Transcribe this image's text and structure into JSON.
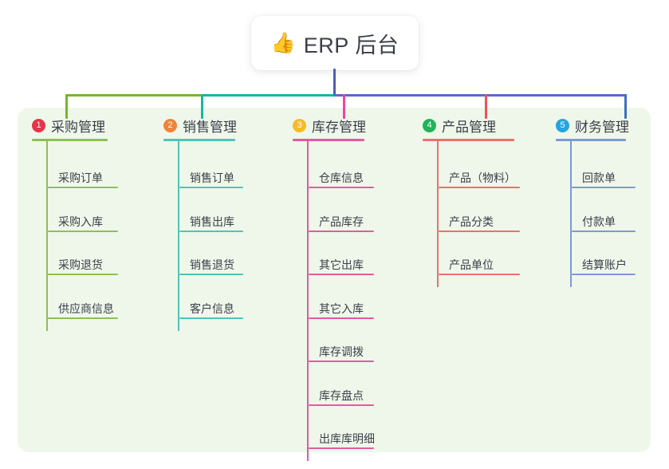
{
  "root": {
    "icon": "thumbs-up-icon",
    "emoji": "👍",
    "title": "ERP 后台"
  },
  "colors": {
    "panel_bg": "#eff7ea",
    "page_bg": "#ffffff",
    "text": "#3b3f4a",
    "stem": "#4e5bc4",
    "bus_green": "#76b62f",
    "bus_teal": "#16b5a6",
    "bus_indigo": "#5a68cc",
    "drop_green": "#76b62f",
    "drop_teal": "#16b5a6",
    "drop_pink": "#ec4899",
    "drop_red": "#ef5350",
    "drop_blue": "#3d6ec4"
  },
  "branches": [
    {
      "number": "1",
      "title": "采购管理",
      "badge_color": "#e8334a",
      "line_color": "#8cc152",
      "items": [
        {
          "label": "采购订单"
        },
        {
          "label": "采购入库"
        },
        {
          "label": "采购退货"
        },
        {
          "label": "供应商信息"
        }
      ]
    },
    {
      "number": "2",
      "title": "销售管理",
      "badge_color": "#f08438",
      "line_color": "#4ec5b8",
      "items": [
        {
          "label": "销售订单"
        },
        {
          "label": "销售出库"
        },
        {
          "label": "销售退货"
        },
        {
          "label": "客户信息"
        }
      ]
    },
    {
      "number": "3",
      "title": "库存管理",
      "badge_color": "#f5bc23",
      "line_color": "#e05c9e",
      "items": [
        {
          "label": "仓库信息"
        },
        {
          "label": "产品库存"
        },
        {
          "label": "其它出库"
        },
        {
          "label": "其它入库"
        },
        {
          "label": "库存调拨"
        },
        {
          "label": "库存盘点"
        },
        {
          "label": "出库库明细"
        }
      ]
    },
    {
      "number": "4",
      "title": "产品管理",
      "badge_color": "#22b358",
      "line_color": "#ef6f6b",
      "items": [
        {
          "label": "产品（物料）"
        },
        {
          "label": "产品分类"
        },
        {
          "label": "产品单位"
        }
      ]
    },
    {
      "number": "5",
      "title": "财务管理",
      "badge_color": "#22a5e0",
      "line_color": "#7b9ad8",
      "items": [
        {
          "label": "回款单"
        },
        {
          "label": "付款单"
        },
        {
          "label": "结算账户"
        }
      ]
    }
  ]
}
